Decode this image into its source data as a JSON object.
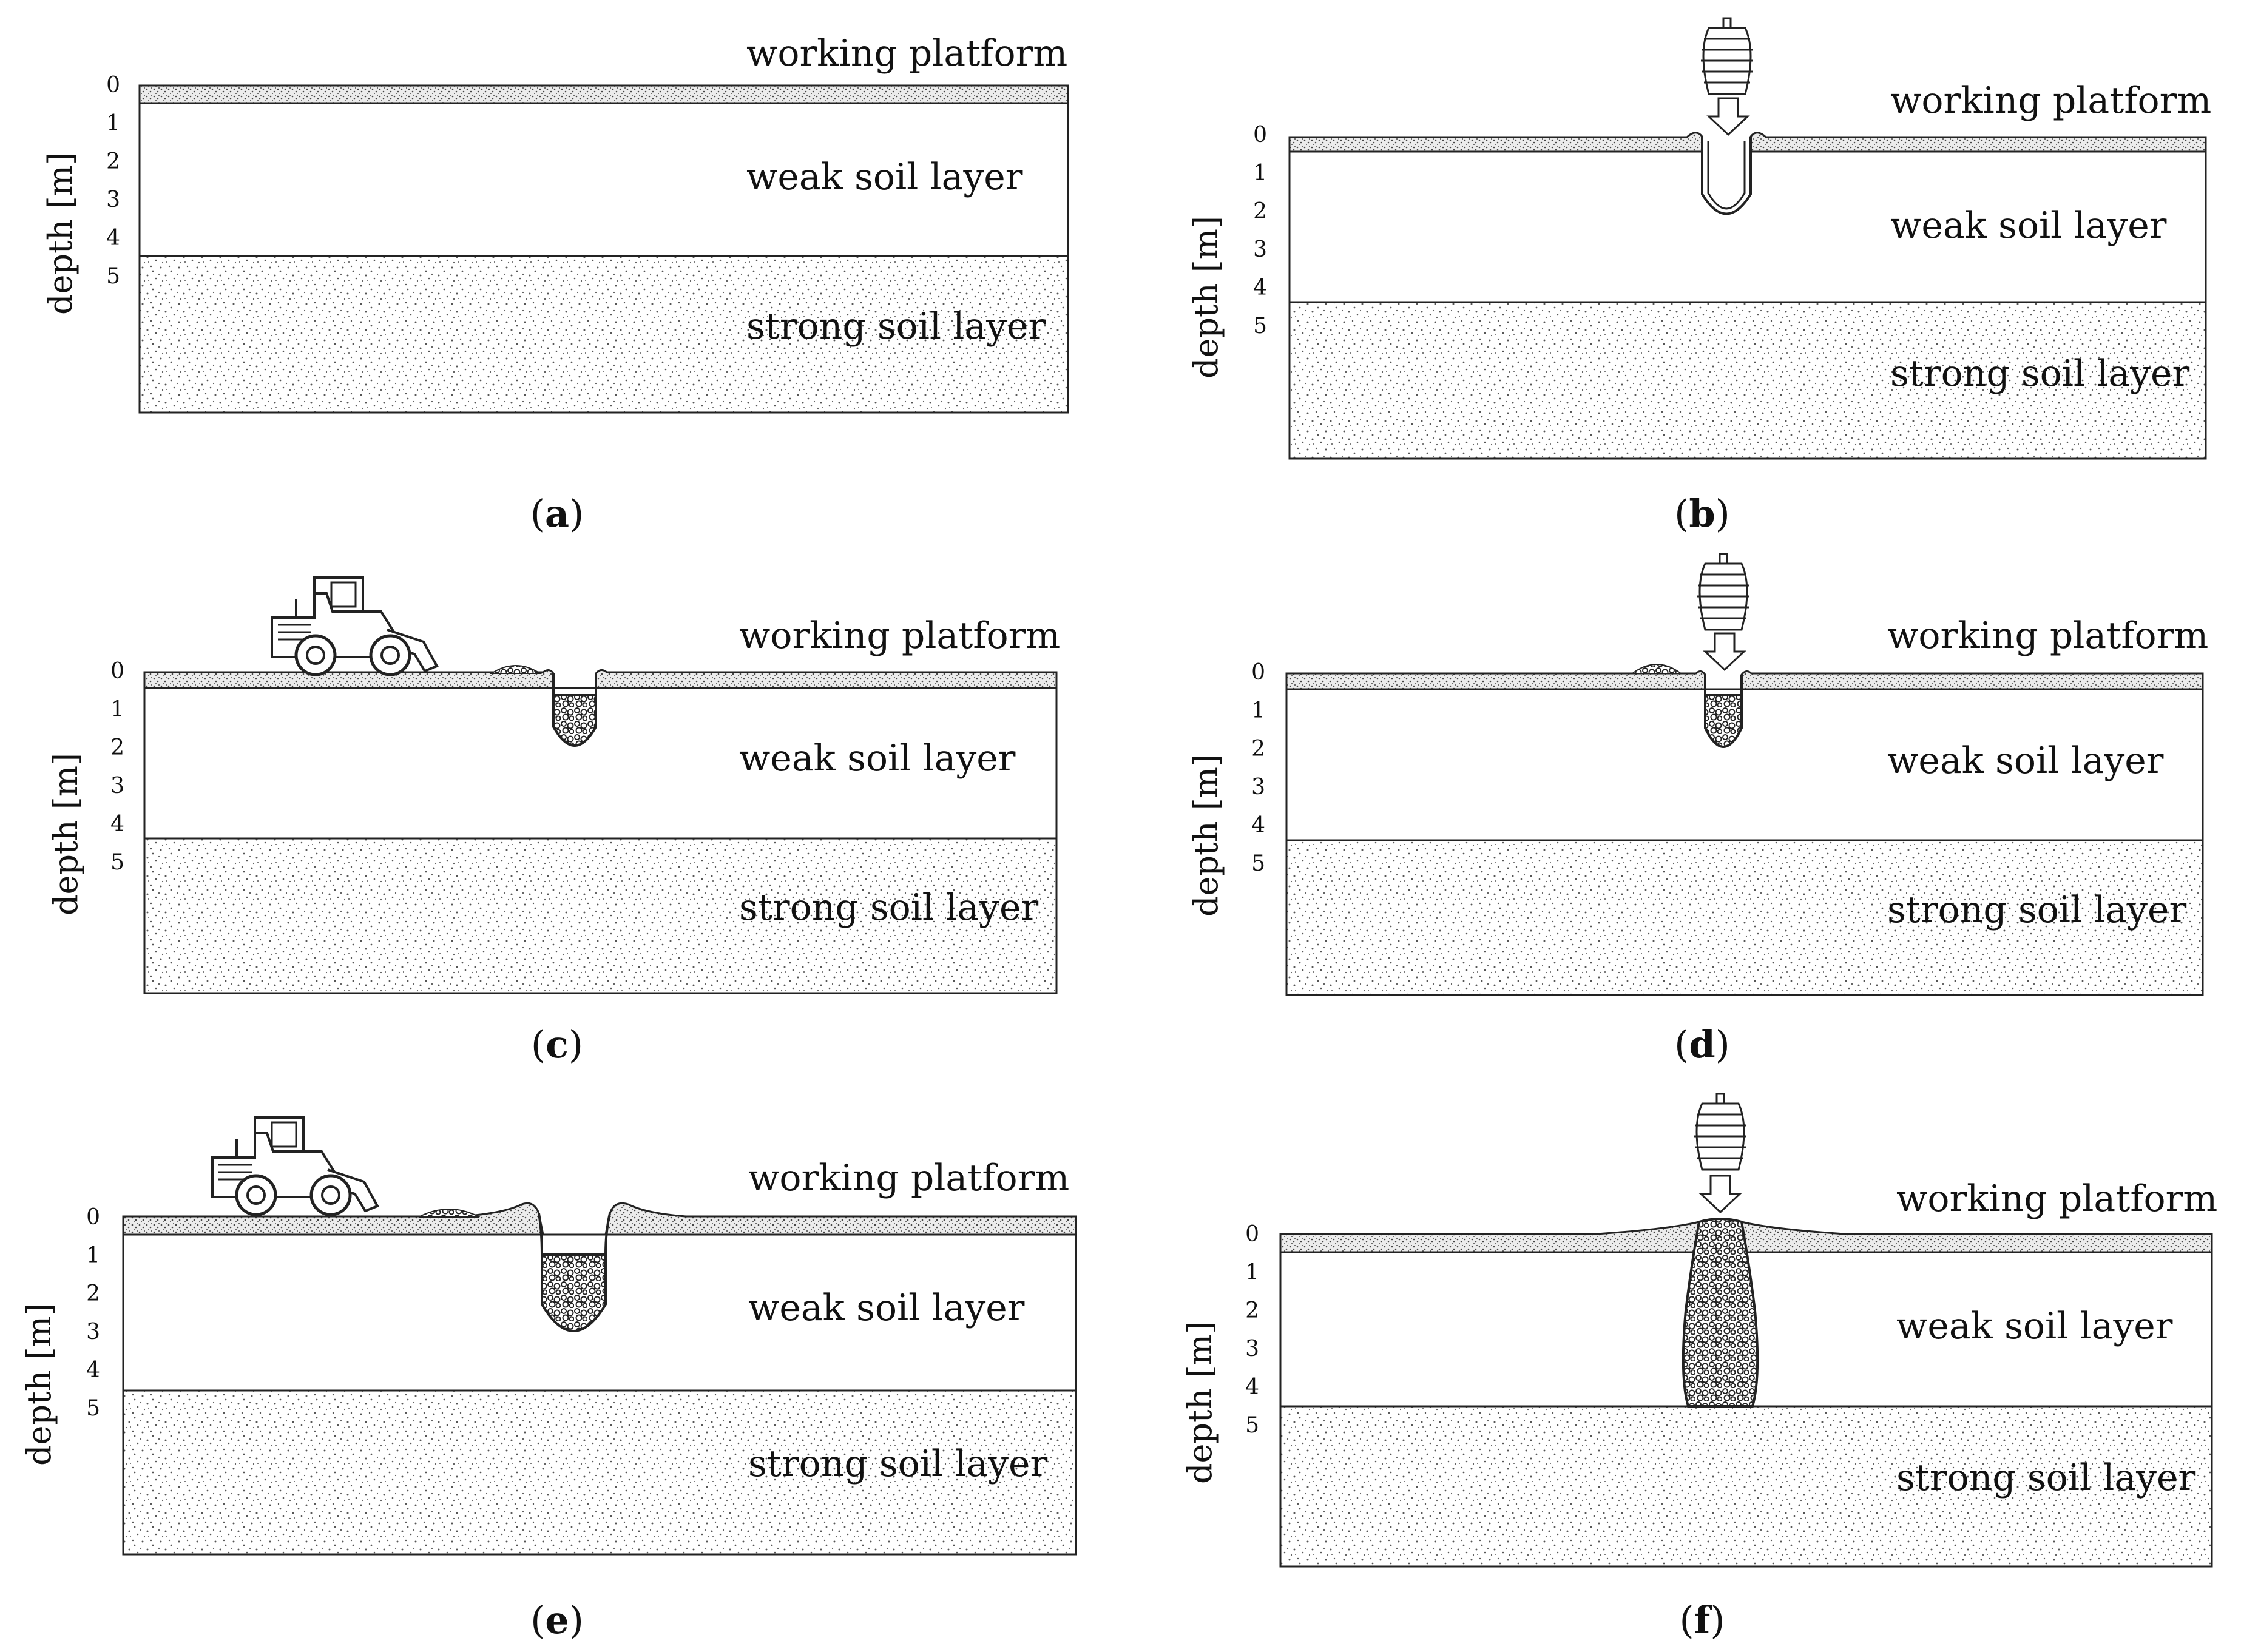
{
  "figure": {
    "depth_axis_label": "depth [m]",
    "depth_ticks": [
      "0",
      "1",
      "2",
      "3",
      "4",
      "5"
    ],
    "layers": {
      "platform": "working platform",
      "weak": "weak soil layer",
      "strong": "strong soil layer"
    },
    "panels": [
      {
        "id": "a",
        "caption_open": "(",
        "caption_letter": "a",
        "caption_close": ")",
        "stage": "initial ground profile",
        "crater_depth_m": 0,
        "column_bottom_m": 0,
        "shows_hammer": false,
        "shows_loader": false
      },
      {
        "id": "b",
        "caption_open": "(",
        "caption_letter": "b",
        "caption_close": ")",
        "stage": "hammer drop forms crater",
        "crater_depth_m": 2,
        "column_bottom_m": 0,
        "shows_hammer": true,
        "shows_loader": false
      },
      {
        "id": "c",
        "caption_open": "(",
        "caption_letter": "c",
        "caption_close": ")",
        "stage": "loader backfills crater",
        "crater_depth_m": 2,
        "column_bottom_m": 2,
        "shows_hammer": false,
        "shows_loader": true
      },
      {
        "id": "d",
        "caption_open": "(",
        "caption_letter": "d",
        "caption_close": ")",
        "stage": "hammer drives backfill",
        "crater_depth_m": 2,
        "column_bottom_m": 2,
        "shows_hammer": true,
        "shows_loader": false
      },
      {
        "id": "e",
        "caption_open": "(",
        "caption_letter": "e",
        "caption_close": ")",
        "stage": "repeated backfill",
        "crater_depth_m": 3,
        "column_bottom_m": 3,
        "shows_hammer": false,
        "shows_loader": true
      },
      {
        "id": "f",
        "caption_open": "(",
        "caption_letter": "f",
        "caption_close": ")",
        "stage": "completed column to strong layer",
        "crater_depth_m": 4.5,
        "column_bottom_m": 4.5,
        "shows_hammer": true,
        "shows_loader": false
      }
    ],
    "colors": {
      "outline": "#222222",
      "dots": "#555555",
      "background": "#ffffff"
    }
  }
}
